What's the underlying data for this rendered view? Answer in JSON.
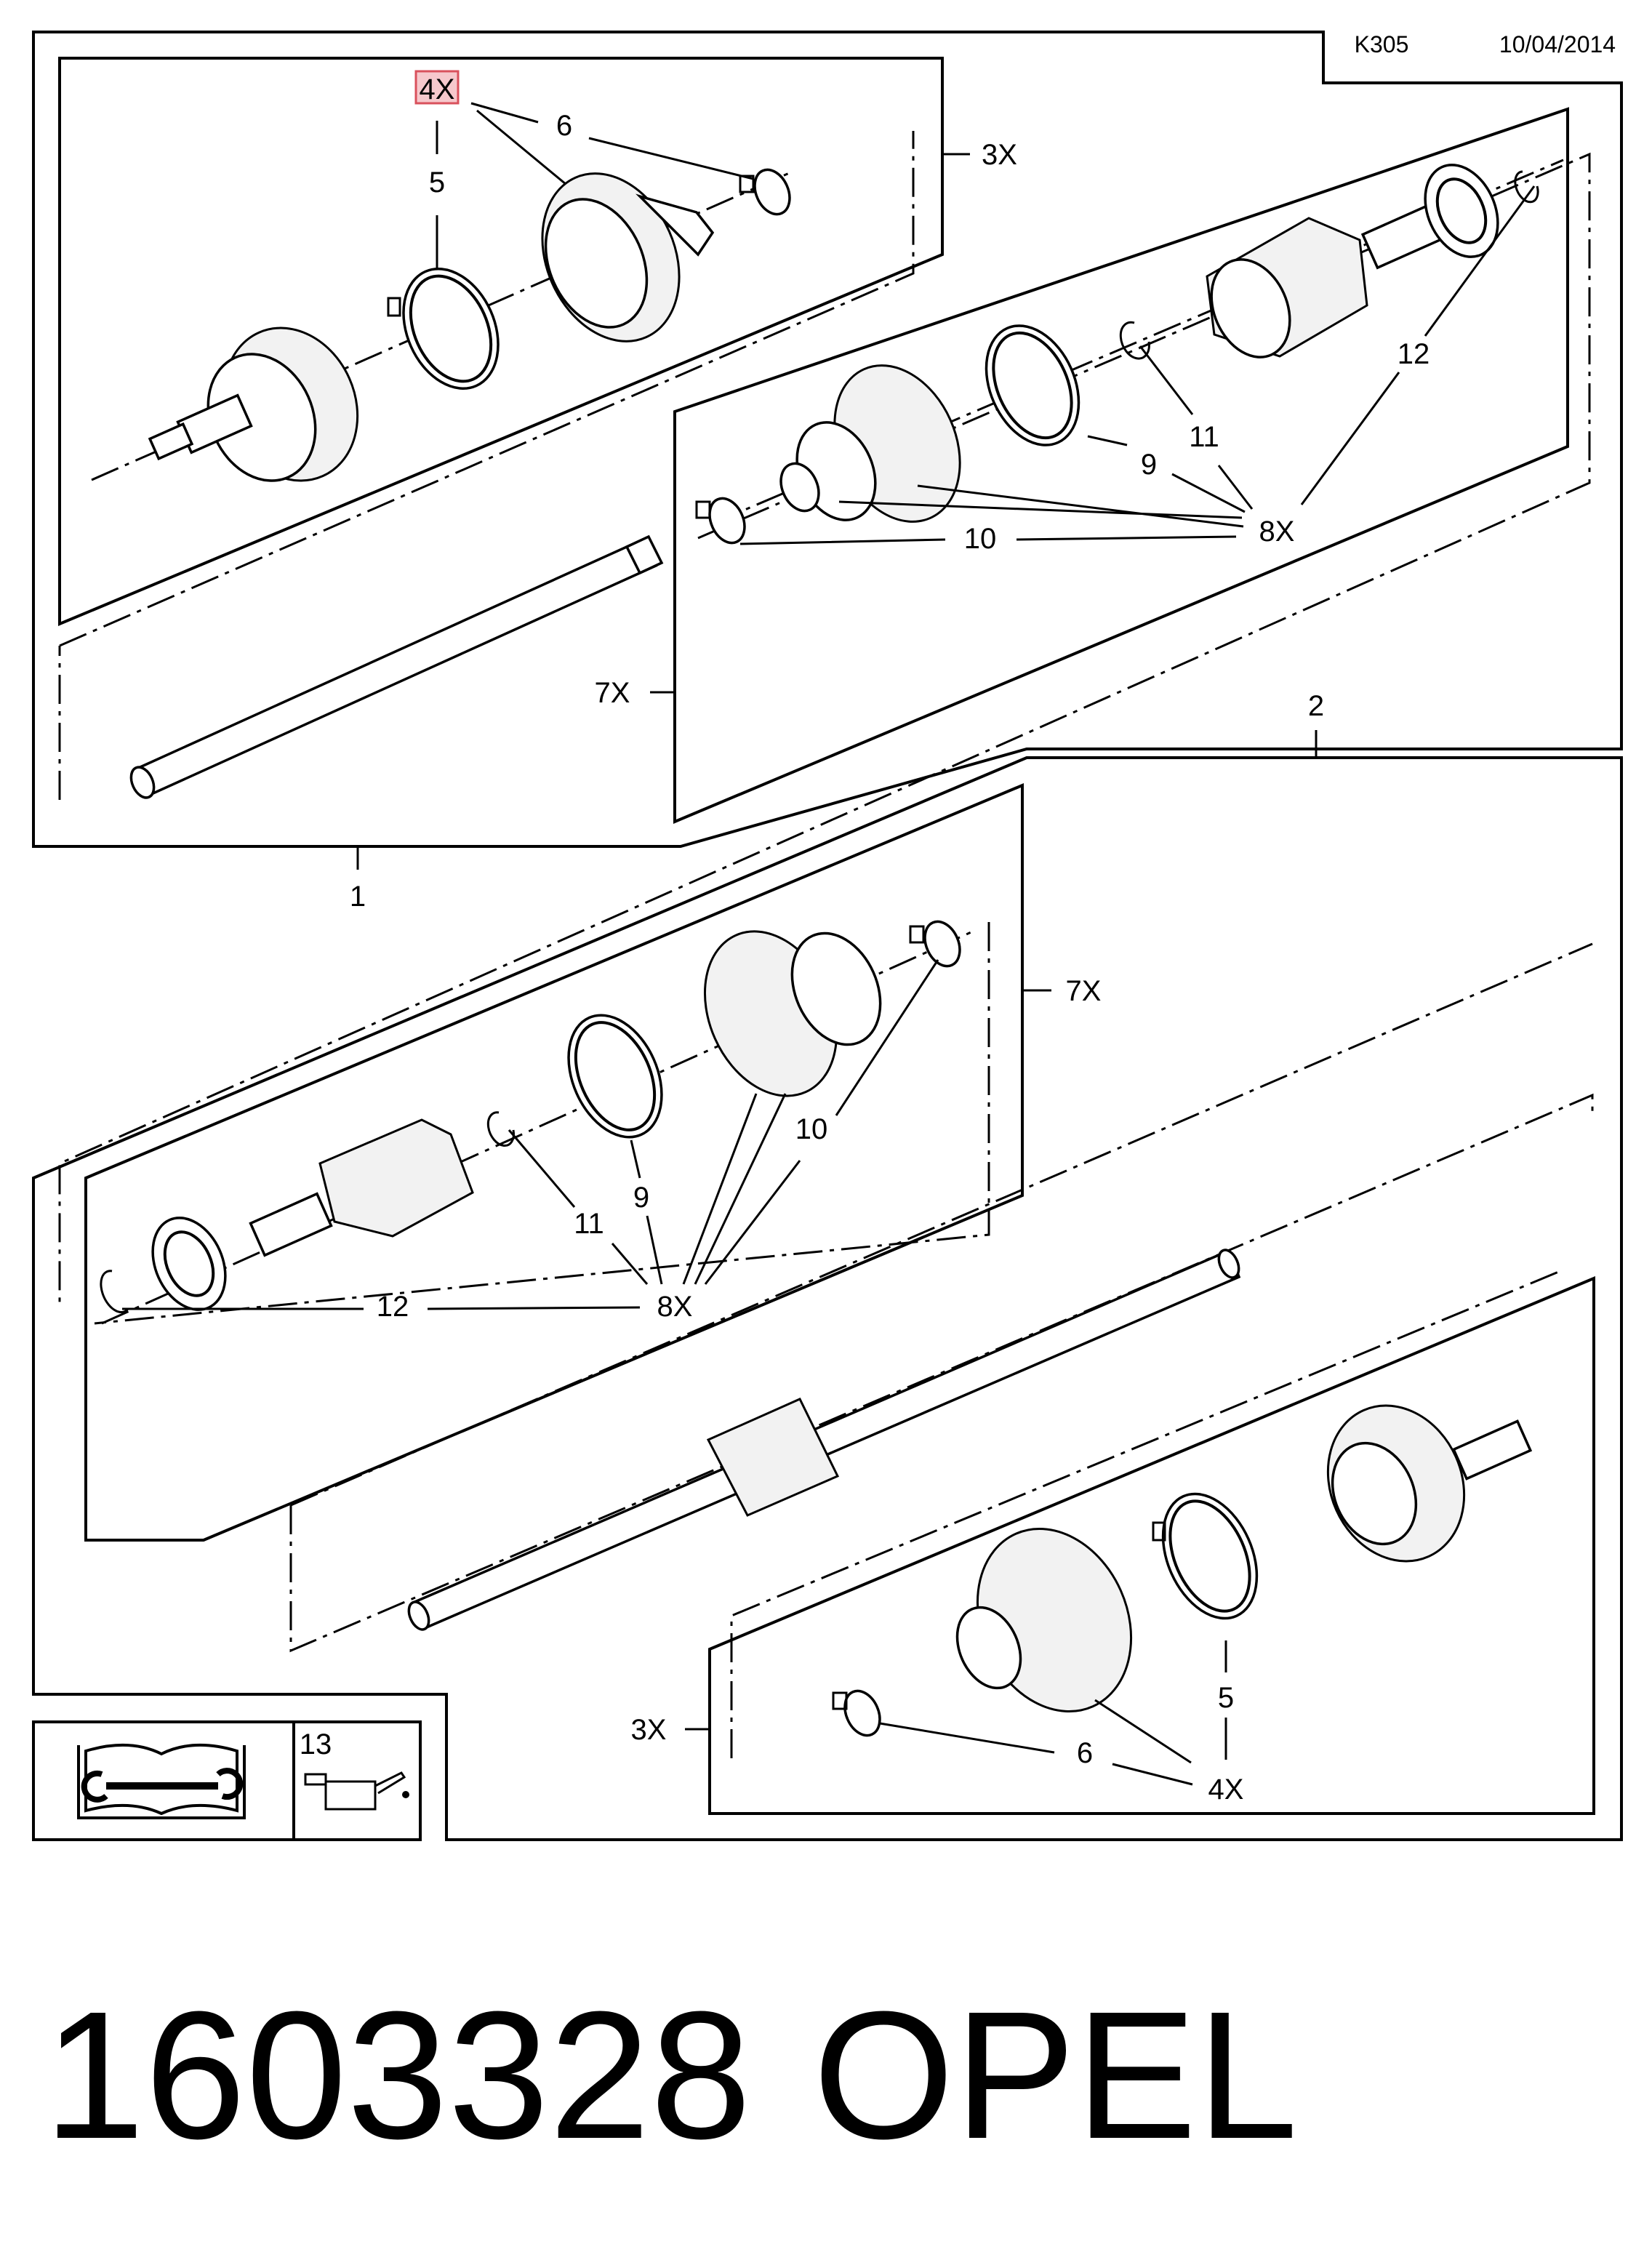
{
  "header": {
    "code": "K305",
    "date": "10/04/2014"
  },
  "footer": {
    "part_number": "1603328",
    "brand": "OPEL"
  },
  "legend": {
    "oil_item": "13"
  },
  "assembly_1": {
    "label": "1",
    "qty_outer": "3X",
    "qty_inner": "7X",
    "highlighted_qty": "4X",
    "callouts": {
      "c5": "5",
      "c6": "6",
      "c9": "9",
      "c10": "10",
      "c11": "11",
      "c12": "12",
      "c8x": "8X"
    }
  },
  "assembly_2": {
    "label": "2",
    "qty_inner": "7X",
    "qty_outer": "3X",
    "qty_4x": "4X",
    "callouts": {
      "c5": "5",
      "c6": "6",
      "c9": "9",
      "c10": "10",
      "c11": "11",
      "c12": "12",
      "c8x": "8X"
    }
  }
}
